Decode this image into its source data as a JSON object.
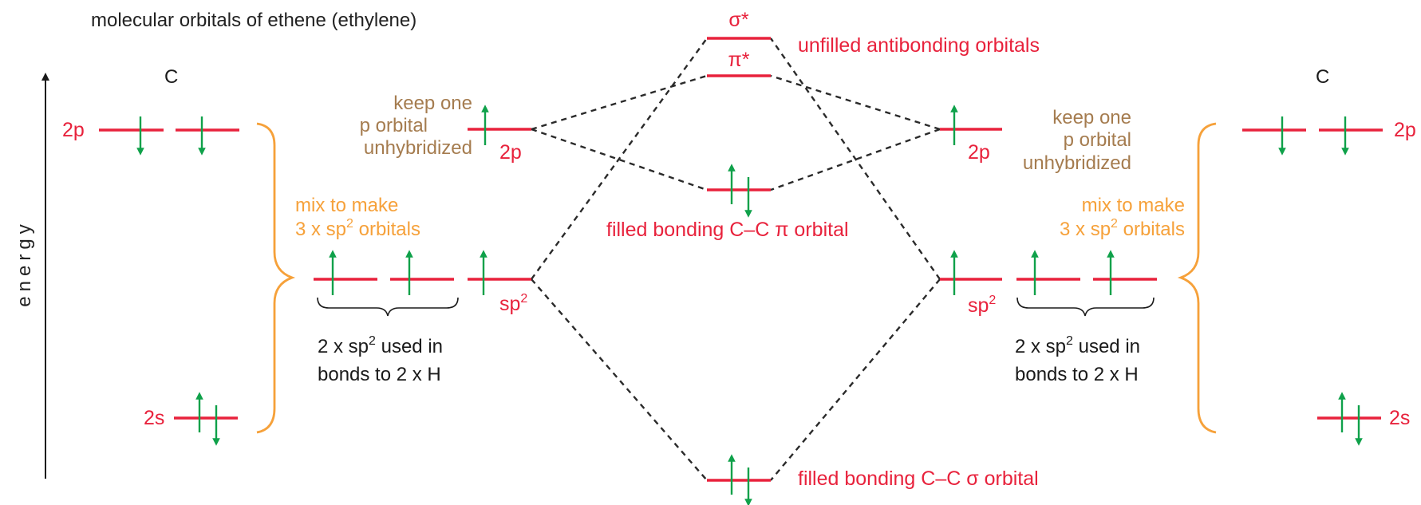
{
  "colors": {
    "red": "#e8223c",
    "green": "#0fa14a",
    "orange": "#f6a13a",
    "brown": "#a57c4f",
    "black": "#1a1a1a",
    "dash": "#2a2a2a"
  },
  "title": "molecular orbitals of ethene (ethylene)",
  "axis": {
    "label": "energy"
  },
  "left_atom": {
    "atom": "C",
    "label_2p": "2p",
    "label_2s": "2s",
    "keep_text": [
      "keep one",
      "p orbital",
      "unhybridized"
    ],
    "hybrid_2p_label": "2p",
    "mix_text_line1": "mix to make",
    "mix_text_line2_pre": "3 x sp",
    "mix_text_line2_sup": "2",
    "mix_text_line2_post": " orbitals",
    "sp2_label": "sp",
    "sp2_sup": "2",
    "used_line1_pre": "2 x sp",
    "used_line1_sup": "2",
    "used_line1_post": " used in",
    "used_line2": "bonds to 2 x H"
  },
  "right_atom": {
    "atom": "C",
    "label_2p": "2p",
    "label_2s": "2s",
    "keep_text": [
      "keep one",
      "p orbital",
      "unhybridized"
    ],
    "hybrid_2p_label": "2p",
    "mix_text_line1": "mix to make",
    "mix_text_line2_pre": "3 x sp",
    "mix_text_line2_sup": "2",
    "mix_text_line2_post": " orbitals",
    "sp2_label": "sp",
    "sp2_sup": "2",
    "used_line1_pre": "2 x sp",
    "used_line1_sup": "2",
    "used_line1_post": " used in",
    "used_line2": "bonds to 2 x H"
  },
  "molecule": {
    "sigma_star": "σ*",
    "pi_star": "π*",
    "antibonding_label": "unfilled antibonding orbitals",
    "pi_bonding_label": "filled bonding C–C π orbital",
    "sigma_bonding_label": "filled bonding C–C σ orbital"
  }
}
